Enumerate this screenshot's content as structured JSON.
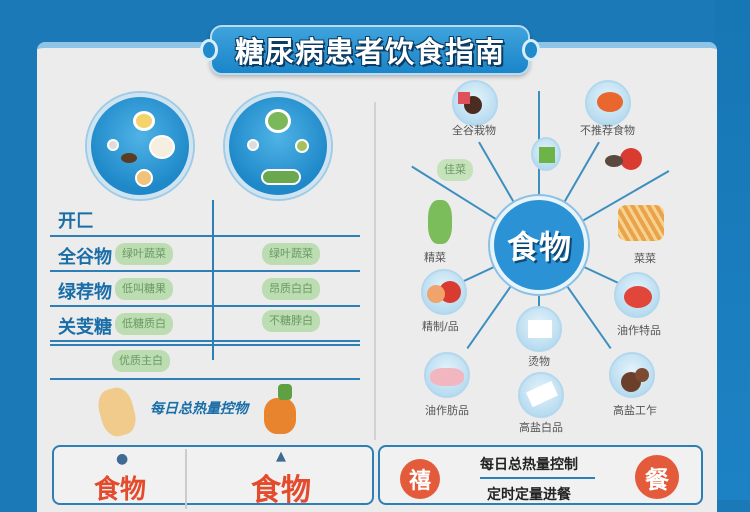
{
  "title": "糖尿病患者饮食指南",
  "left": {
    "section_label": "开匚",
    "rows": [
      {
        "category": "全谷物",
        "pill_left": "绿叶蔬菜",
        "pill_right": "绿叶蔬菜"
      },
      {
        "category": "绿荐物",
        "pill_left": "低叫糖果",
        "pill_right": "昂质白白"
      },
      {
        "category": "关芰糖",
        "pill_left": "低糖质白",
        "pill_right": "不糖脖白"
      }
    ],
    "extra_pill": "优质主白",
    "footer_label": "每日总热量控物"
  },
  "diagram": {
    "hub": "食物",
    "nodes": [
      {
        "label": "全谷栽物"
      },
      {
        "label": "不推荐食物"
      },
      {
        "label": "佳菜"
      },
      {
        "label": "精菜"
      },
      {
        "label": "菜菜"
      },
      {
        "label": "精制/品"
      },
      {
        "label": "油作特品"
      },
      {
        "label": "烫物"
      },
      {
        "label": "油作肪品"
      },
      {
        "label": "高盐白品"
      },
      {
        "label": "高盐工乍"
      }
    ]
  },
  "bottom": {
    "left_card": {
      "label1": "食物",
      "label2": "食物",
      "marker1": "●",
      "marker2": "▲"
    },
    "right_card": {
      "badge_left": "禧",
      "badge_right": "餐",
      "line1": "每日总热量控制",
      "line2": "定时定量进餐"
    }
  },
  "colors": {
    "primary_blue": "#1b79b7",
    "accent_red": "#e34b2c",
    "pill_green": "#bcdcb1",
    "panel_bg": "#ececec"
  }
}
